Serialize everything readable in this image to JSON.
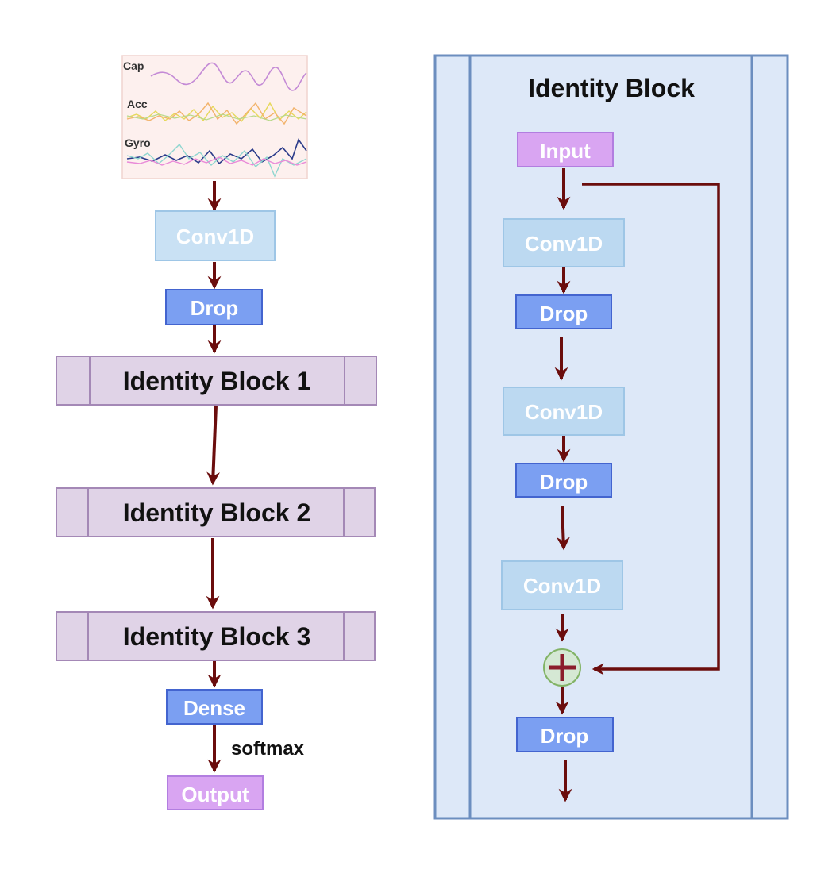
{
  "signal_thumbnail": {
    "labels": [
      "Cap",
      "Acc",
      "Gyro"
    ]
  },
  "left_pipeline": {
    "conv": "Conv1D",
    "drop": "Drop",
    "identity_blocks": [
      "Identity Block 1",
      "Identity Block 2",
      "Identity Block 3"
    ],
    "dense": "Dense",
    "activation": "softmax",
    "output": "Output"
  },
  "identity_block_detail": {
    "title": "Identity Block",
    "input": "Input",
    "conv_1": "Conv1D",
    "drop_1": "Drop",
    "conv_2": "Conv1D",
    "drop_2": "Drop",
    "conv_3": "Conv1D",
    "add_symbol": "+",
    "drop_3": "Drop"
  },
  "colors": {
    "arrow": "#6b0d0d",
    "conv_fill": "#c9e1f4",
    "conv_stroke": "#9ec6e6",
    "drop_fill": "#7b9ff2",
    "drop_stroke": "#4364cf",
    "identity_fill": "#e0d3e7",
    "identity_stroke": "#a488b6",
    "io_fill": "#d9a5f2",
    "io_stroke": "#b27ee0",
    "panel_fill": "#dde8f8",
    "panel_stroke": "#6c8ebf",
    "add_fill": "#d5e8d4",
    "add_stroke": "#82b366"
  }
}
